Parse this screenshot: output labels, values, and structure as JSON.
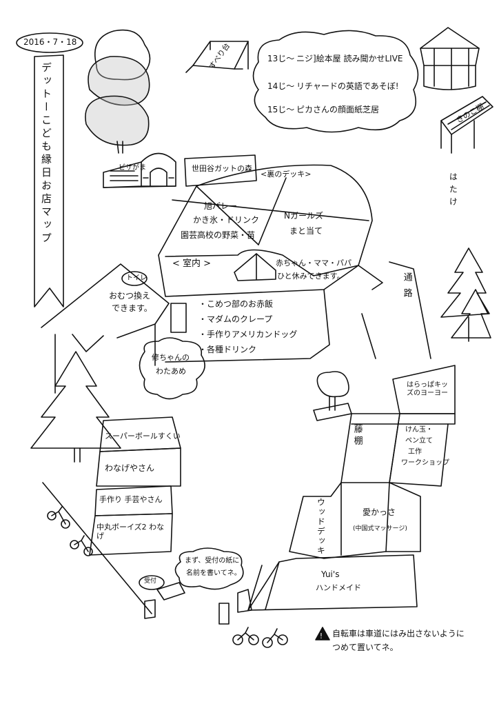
{
  "date": "2016・7・18",
  "banner_title": "デットーこども縁日お店マップ",
  "suberidai": "すべり台",
  "schedule": [
    {
      "time": "13じ〜",
      "text": "ニジ]絵本屋 読み聞かせLIVE"
    },
    {
      "time": "14じ〜",
      "text": "リチャードの英語であそぼ!"
    },
    {
      "time": "15じ〜",
      "text": "ピカさんの顔面紙芝居"
    }
  ],
  "kinoko_dana": "きのこ棚",
  "hatake": "はたけ",
  "piza_gama": "ピザがま",
  "setagaya_sign": "世田谷ガットの森",
  "ura_deck": "<裏のデッキ>",
  "asahi_valley": "旭バレー",
  "kakigori": "かき氷・ドリンク",
  "engei": "園芸高校の野菜・苗",
  "n_girls": "Nガールズ",
  "mato_ate": "まと当て",
  "shitsunai": "< 室内 >",
  "rest_line1": "赤ちゃん・ママ・パパ",
  "rest_line2": "ひと休みできます。",
  "toilet_label": "トイレ",
  "omutsu_line1": "おむつ換え",
  "omutsu_line2": "できます。",
  "indoor_items": [
    "こめつ部のお赤飯",
    "マダムのクレープ",
    "手作りアメリカンドッグ",
    "各種ドリンク"
  ],
  "watame_line1": "修ちゃんの",
  "watame_line2": "わたあめ",
  "doro": "通路",
  "harappa": "はらっぱキッズのヨーヨー",
  "fuji_dana": "藤棚",
  "kendama_lines": [
    "けん玉・",
    "ペン立て",
    "工作",
    "ワークショップ"
  ],
  "wood_deck": "ウッドデッキ",
  "aikasa_line1": "愛かっさ",
  "aikasa_line2": "(中国式マッサージ)",
  "yuis_line1": "Yui's",
  "yuis_line2": "ハンドメイド",
  "left_stalls": [
    "スーパーボールすくい",
    "わなげやさん",
    "手作り 手芸やさん",
    "中丸ボーイズ2 わなげ"
  ],
  "reception_line1": "まず、受付の紙に",
  "reception_line2": "名前を書いてネ。",
  "uketsuke": "受付",
  "bike_notice_line1": "自転車は車道にはみ出さないように",
  "bike_notice_line2": "つめて置いてネ。"
}
